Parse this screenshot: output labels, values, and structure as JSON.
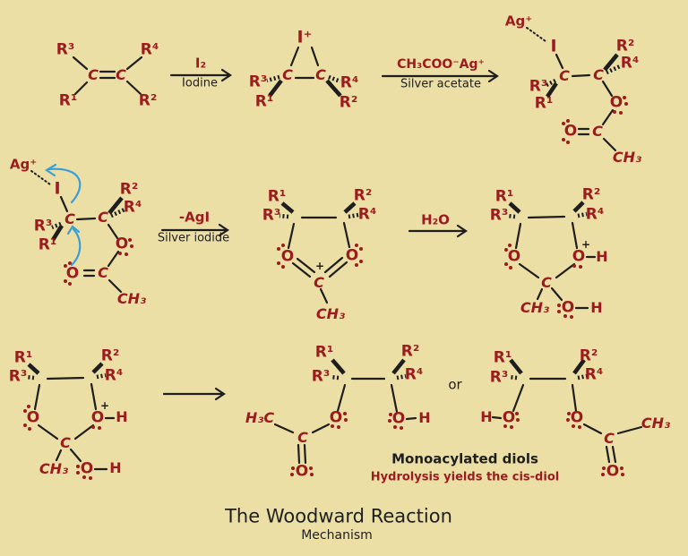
{
  "title": {
    "main": "The Woodward Reaction",
    "sub": "Mechanism"
  },
  "captions": {
    "monoacylated": "Monoacylated diols",
    "hydrolysis": "Hydrolysis yields the cis-diol",
    "or": "or"
  },
  "arrows": {
    "iodine": {
      "top": "I₂",
      "bottom": "Iodine"
    },
    "silver_acetate": {
      "top": "CH₃COO⁻Ag⁺",
      "bottom": "Silver acetate"
    },
    "silver_iodide": {
      "top": "-AgI",
      "bottom": "Silver iodide"
    },
    "water": {
      "top": "H₂O"
    }
  },
  "glyphs": {
    "R1": "R¹",
    "R2": "R²",
    "R3": "R³",
    "R4": "R⁴",
    "C": "C",
    "O": "O",
    "I": "I",
    "I_plus": "I⁺",
    "Ag_plus": "Ag⁺",
    "CH3": "CH₃",
    "H3C": "H₃C",
    "H": "H",
    "plus": "+"
  },
  "colors": {
    "background": "#ECDFA6",
    "dark_red": "#9C1B1E",
    "black": "#1E1E1E",
    "blue": "#3A9FD5"
  }
}
